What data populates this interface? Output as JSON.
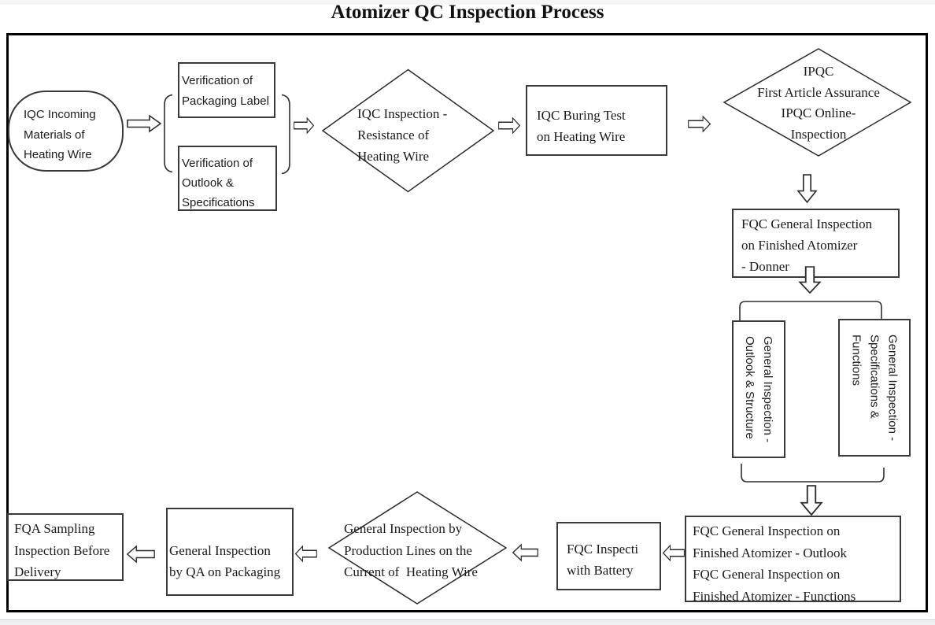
{
  "title": "Atomizer QC Inspection Process",
  "colors": {
    "line": "#2b2b2b",
    "text": "#1b1b1b",
    "background": "#ffffff",
    "frame": "#000000"
  },
  "flow": {
    "stadium_iqc_incoming": {
      "lines": [
        "IQC Incoming",
        "Materials of",
        "Heating Wire"
      ]
    },
    "box_verify_label": {
      "lines": [
        "Verification of",
        "Packaging Label"
      ]
    },
    "box_verify_outlook": {
      "lines": [
        "Verification of",
        "Outlook &",
        "Specifications"
      ]
    },
    "diamond_iqc_resistance": {
      "lines": [
        "IQC Inspection -",
        "Resistance of",
        "Heating Wire"
      ]
    },
    "box_iqc_buring": {
      "lines": [
        "IQC Buring Test",
        "on Heating Wire"
      ]
    },
    "diamond_ipqc": {
      "lines": [
        "IPQC",
        "First Article Assurance",
        "IPQC Online-",
        "Inspection"
      ]
    },
    "box_fqc_donner": {
      "lines": [
        "FQC General Inspection",
        "on Finished Atomizer",
        "- Donner"
      ]
    },
    "box_rot_outlook": {
      "lines": [
        "General Inspection -",
        "Outlook & Structure"
      ]
    },
    "box_rot_specs": {
      "lines": [
        "General Inspection -",
        "Specifications &",
        "Functions"
      ]
    },
    "box_fqc_outlook_functions": {
      "lines": [
        "FQC General Inspection on",
        "Finished Atomizer - Outlook",
        "FQC General Inspection on",
        "Finished Atomizer - Functions"
      ]
    },
    "box_battery": {
      "lines": [
        "FQC Inspecti",
        "with Battery"
      ]
    },
    "diamond_production": {
      "lines": [
        "General Inspection by",
        "Production Lines on the",
        "Current of  Heating Wire"
      ]
    },
    "box_qa_packaging": {
      "lines": [
        "General Inspection",
        "by QA on Packaging"
      ]
    },
    "box_fqa_sampling": {
      "lines": [
        "FQA Sampling",
        "Inspection Before",
        "Delivery"
      ]
    }
  }
}
